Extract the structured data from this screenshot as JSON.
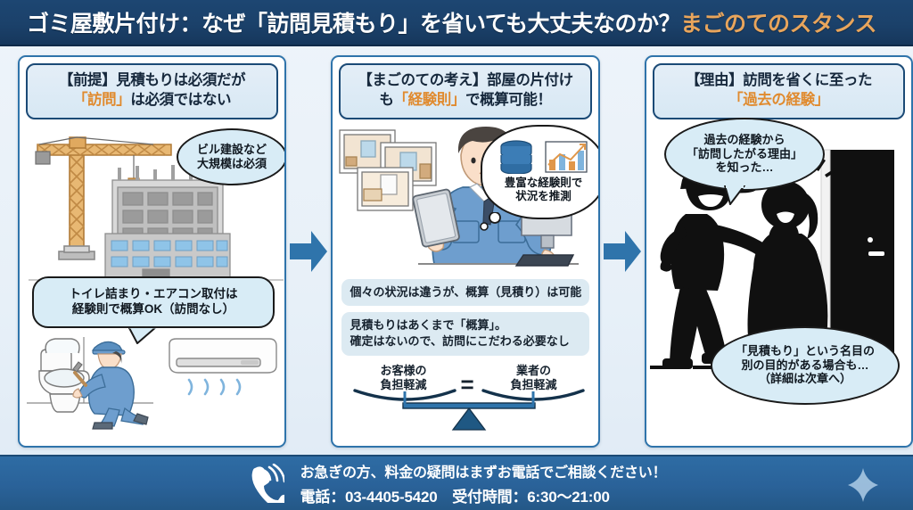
{
  "header": {
    "title_main": "ゴミ屋敷片付け：なぜ「訪問見積もり」を省いても大丈夫なのか？",
    "title_accent": "まごのてのスタンス"
  },
  "panels": [
    {
      "id": "premise",
      "head_line1": "【前提】見積もりは必須だが",
      "head_line2_orange": "「訪問」",
      "head_line2_rest": "は必須ではない",
      "bubble_top": [
        "ビル建設など",
        "大規模は必須"
      ],
      "bubble_bottom": [
        "トイレ詰まり・エアコン取付は",
        "経験則で概算OK（訪問なし）"
      ],
      "art_top": "construction-crane-building",
      "art_bottom": "toilet-repair-worker-and-aircon"
    },
    {
      "id": "magonote-idea",
      "head_line1": "【まごのての考え】部屋の片付け",
      "head_line2_pre": "も",
      "head_line2_orange": "「経験則」",
      "head_line2_rest": "で概算可能！",
      "thought_bubble": [
        "豊富な経験則で",
        "状況を推測"
      ],
      "thought_icons": [
        "database-icon",
        "bar-chart-icon"
      ],
      "art": "worker-with-tablet-and-pc",
      "infobox1": [
        "個々の状況は違うが、概算（見積り）は可能"
      ],
      "infobox2": [
        "見積もりはあくまで「概算」。",
        "確定はないので、訪問にこだわる必要なし"
      ],
      "scale": {
        "left": [
          "お客様の",
          "負担軽減"
        ],
        "equals": "=",
        "right": [
          "業者の",
          "負担軽減"
        ]
      }
    },
    {
      "id": "reason",
      "head_line1": "【理由】訪問を省くに至った",
      "head_line2_orange": "「過去の経験」",
      "bubble_top": [
        "過去の経験から",
        "「訪問したがる理由」",
        "を知った…"
      ],
      "bubble_bottom": [
        "「見積もり」という名目の",
        "別の目的がある場合も…",
        "（詳細は次章へ）"
      ],
      "art": "aggressive-man-pointing-at-scared-woman-at-door"
    }
  ],
  "arrows": [
    {
      "name": "arrow-panel1-to-panel2"
    },
    {
      "name": "arrow-panel2-to-panel3"
    }
  ],
  "footer": {
    "icon": "phone-ringing-icon",
    "line1": "お急ぎの方、料金の疑問はまずお電話でご相談ください！",
    "line2": "電話：03-4405-5420　受付時間：6:30〜21:00",
    "sparkle": "sparkle-icon"
  },
  "colors": {
    "header_bg": "#1b416a",
    "footer_bg": "#2a6299",
    "accent_orange": "#e08a2e",
    "panel_border": "#2f74ab",
    "arrow_blue": "#2f74ab",
    "bubble_fill": "#d8ecf6",
    "infobox_fill": "#dceaf2",
    "page_bg": "#e7f0f8"
  }
}
